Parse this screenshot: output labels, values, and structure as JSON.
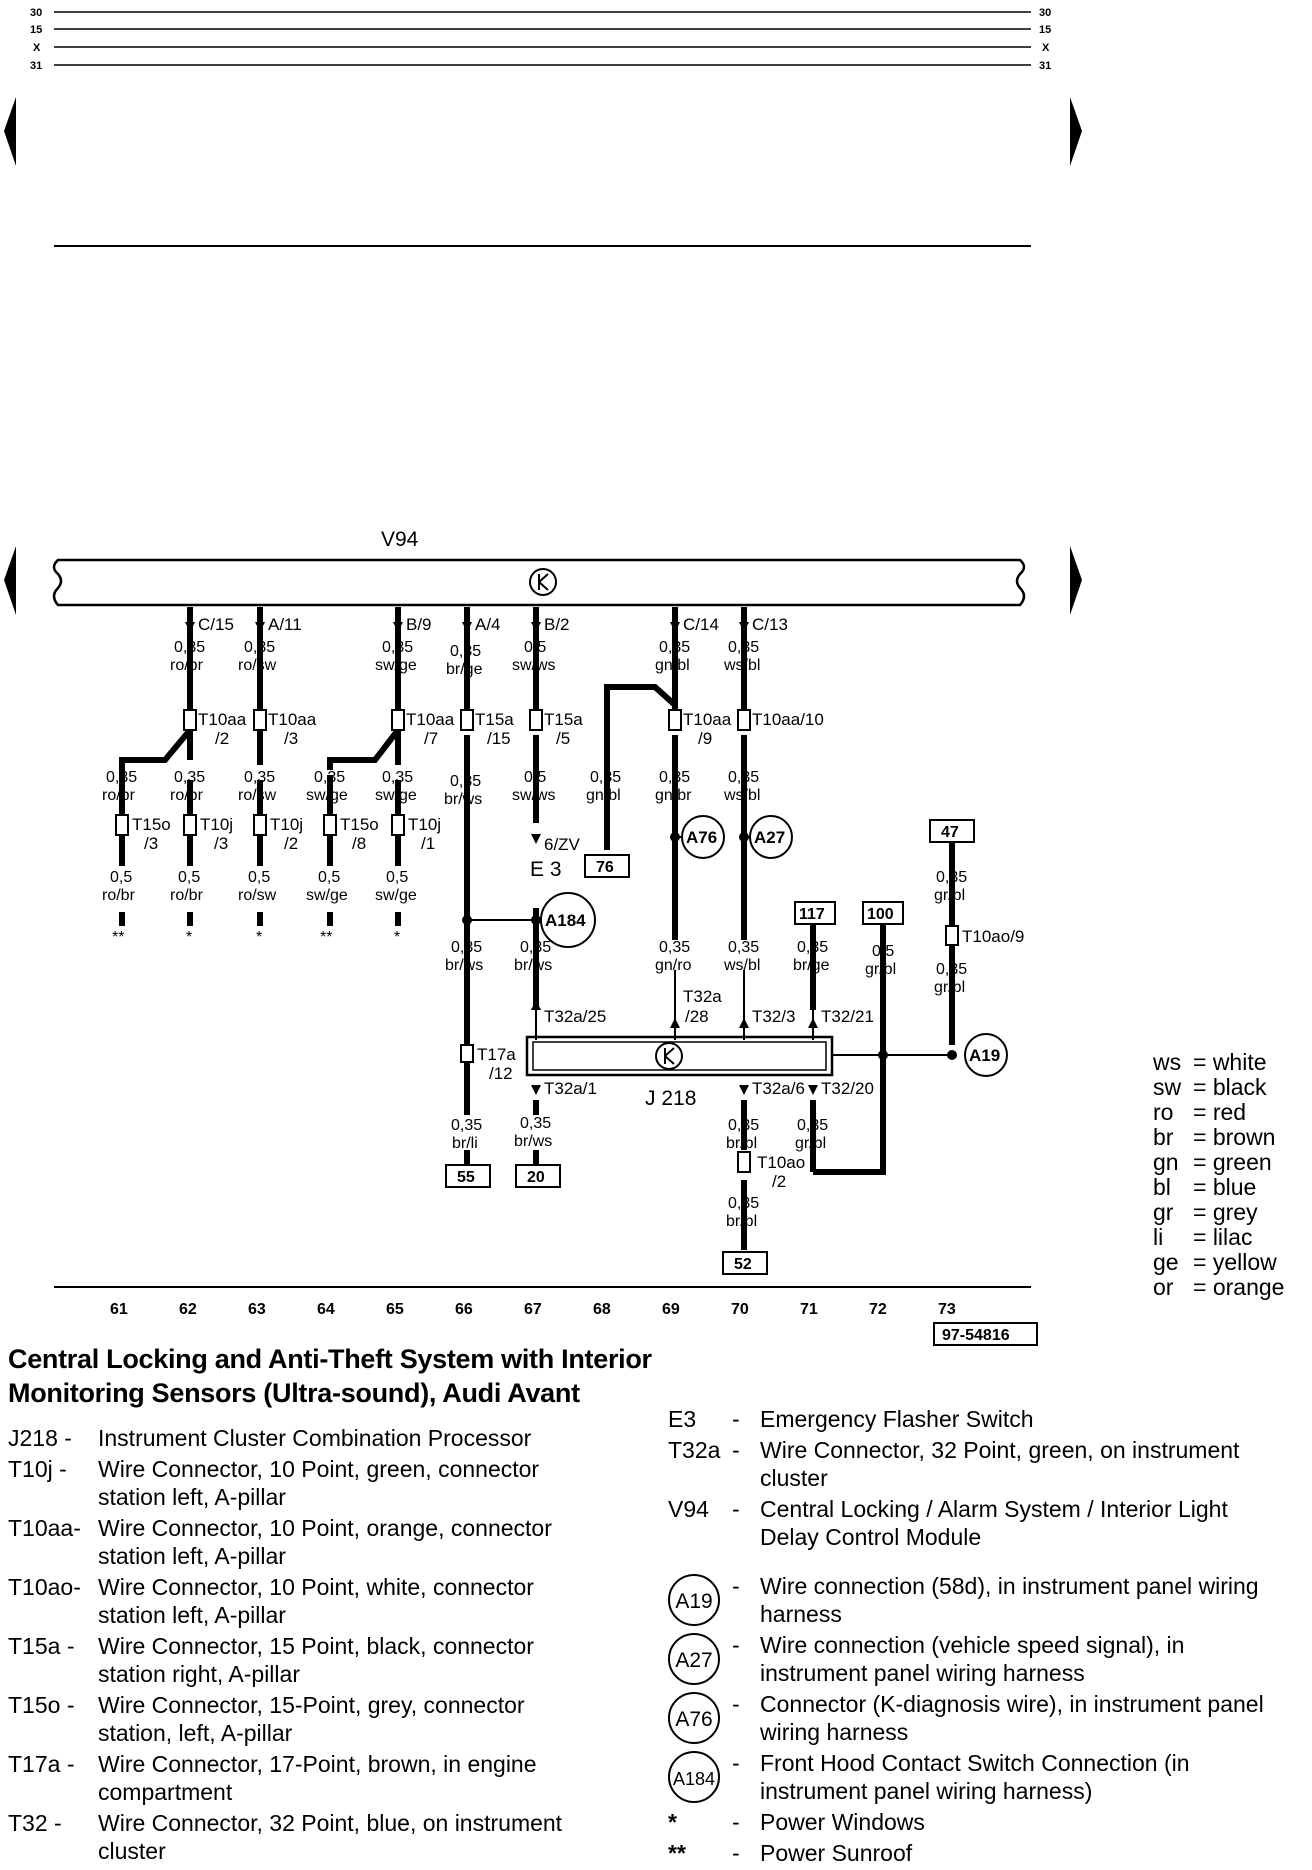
{
  "rails": {
    "left": [
      "30",
      "15",
      "X",
      "31"
    ],
    "right": [
      "30",
      "15",
      "X",
      "31"
    ]
  },
  "components": {
    "v94": "V94",
    "j218": "J 218",
    "e3": "E 3",
    "e3_pin": "6/ZV"
  },
  "v94_pins": [
    "C/15",
    "A/11",
    "B/9",
    "A/4",
    "B/2",
    "C/14",
    "C/13"
  ],
  "upper_wires": [
    [
      "0,35",
      "ro/br"
    ],
    [
      "0,35",
      "ro/sw"
    ],
    [
      "0,35",
      "sw/ge"
    ],
    [
      "0,35",
      "br/ge"
    ],
    [
      "0,5",
      "sw/ws"
    ],
    [
      "0,35",
      "gn/bl"
    ],
    [
      "0,35",
      "ws/bl"
    ]
  ],
  "t10_connectors": [
    [
      "T10aa",
      "/2"
    ],
    [
      "T10aa",
      "/3"
    ],
    [
      "T10aa",
      "/7"
    ],
    [
      "T15a",
      "/15"
    ],
    [
      "T15a",
      "/5"
    ],
    [
      "T10aa",
      "/9"
    ],
    [
      "T10aa/10",
      ""
    ]
  ],
  "mid_wires": [
    [
      "0,35",
      "ro/br"
    ],
    [
      "0,35",
      "ro/br"
    ],
    [
      "0,35",
      "ro/sw"
    ],
    [
      "0,35",
      "sw/ge"
    ],
    [
      "0,35",
      "sw/ge"
    ],
    [
      "0,35",
      "br/ws"
    ],
    [
      "0,5",
      "sw/ws"
    ],
    [
      "0,35",
      "gn/bl"
    ],
    [
      "0,35",
      "gn/br"
    ],
    [
      "0,35",
      "ws/bl"
    ]
  ],
  "lower_connectors": [
    [
      "T15o",
      "/3"
    ],
    [
      "T10j",
      "/3"
    ],
    [
      "T10j",
      "/2"
    ],
    [
      "T15o",
      "/8"
    ],
    [
      "T10j",
      "/1"
    ]
  ],
  "lower_wires": [
    [
      "0,5",
      "ro/br",
      "**"
    ],
    [
      "0,5",
      "ro/br",
      "*"
    ],
    [
      "0,5",
      "ro/sw",
      "*"
    ],
    [
      "0,5",
      "sw/ge",
      "**"
    ],
    [
      "0,5",
      "sw/ge",
      "*"
    ]
  ],
  "circuit_boxes": [
    "76",
    "47",
    "117",
    "100",
    "55",
    "20",
    "52"
  ],
  "circles": [
    "A76",
    "A27",
    "A184",
    "A19"
  ],
  "j218_area": {
    "wires_above": [
      [
        "0,35",
        "br/ws"
      ],
      [
        "0,35",
        "br/ws"
      ],
      [
        "0,35",
        "gn/ro"
      ],
      [
        "0,35",
        "ws/bl"
      ],
      [
        "0,35",
        "br/ge"
      ],
      [
        "0,5",
        "gr/bl"
      ],
      [
        "0,35",
        "gr/bl"
      ],
      [
        "0,35",
        "gr/bl"
      ]
    ],
    "pins_top": [
      "T32a/25",
      "T32a",
      "/28",
      "T32/3",
      "T32/21"
    ],
    "pins_bottom": [
      "T32a/1",
      "T32a/6",
      "T32/20"
    ],
    "t17a": [
      "T17a",
      "/12"
    ],
    "t10ao9": "T10ao/9",
    "t10ao2": [
      "T10ao",
      "/2"
    ],
    "wires_below": [
      [
        "0,35",
        "br/li"
      ],
      [
        "0,35",
        "br/ws"
      ],
      [
        "0,35",
        "br/bl"
      ],
      [
        "0,35",
        "gr/bl"
      ],
      [
        "0,35",
        "br/bl"
      ]
    ]
  },
  "track_numbers": [
    "61",
    "62",
    "63",
    "64",
    "65",
    "66",
    "67",
    "68",
    "69",
    "70",
    "71",
    "72",
    "73"
  ],
  "figure_id": "97-54816",
  "title_lines": [
    "Central Locking and Anti-Theft System with Interior",
    "Monitoring Sensors (Ultra-sound), Audi Avant"
  ],
  "legend_left": [
    {
      "code": "J218 -",
      "desc": "Instrument Cluster Combination Processor"
    },
    {
      "code": "T10j  -",
      "desc": "Wire Connector, 10 Point, green, connector station left, A-pillar"
    },
    {
      "code": "T10aa-",
      "desc": "Wire Connector, 10 Point, orange, connector station left, A-pillar"
    },
    {
      "code": "T10ao-",
      "desc": "Wire Connector, 10 Point, white, connector station left, A-pillar"
    },
    {
      "code": "T15a -",
      "desc": "Wire Connector, 15 Point, black, connector station right, A-pillar"
    },
    {
      "code": "T15o -",
      "desc": "Wire Connector, 15-Point, grey, connector station, left, A-pillar"
    },
    {
      "code": "T17a -",
      "desc": "Wire Connector, 17-Point, brown, in engine compartment"
    },
    {
      "code": "T32   -",
      "desc": "Wire Connector, 32 Point, blue, on instrument cluster"
    }
  ],
  "legend_right": [
    {
      "code": "E3",
      "desc": "Emergency Flasher Switch"
    },
    {
      "code": "T32a",
      "desc": "Wire Connector, 32 Point, green, on instrument cluster"
    },
    {
      "code": "V94",
      "desc": "Central Locking / Alarm System / Interior Light Delay Control Module"
    }
  ],
  "legend_circles": [
    {
      "code": "A19",
      "desc": "Wire connection (58d), in instrument panel wiring harness"
    },
    {
      "code": "A27",
      "desc": "Wire connection (vehicle speed signal), in instrument panel wiring harness"
    },
    {
      "code": "A76",
      "desc": "Connector (K-diagnosis wire), in instrument panel wiring harness"
    },
    {
      "code": "A184",
      "desc": "Front Hood Contact Switch Connection (in instrument panel wiring harness)"
    }
  ],
  "legend_symbols": [
    {
      "code": "*",
      "desc": "Power Windows"
    },
    {
      "code": "**",
      "desc": "Power Sunroof"
    }
  ],
  "color_legend": [
    {
      "code": "ws",
      "name": "= white"
    },
    {
      "code": "sw",
      "name": "= black"
    },
    {
      "code": "ro",
      "name": "= red"
    },
    {
      "code": "br",
      "name": "= brown"
    },
    {
      "code": "gn",
      "name": "= green"
    },
    {
      "code": "bl",
      "name": "= blue"
    },
    {
      "code": "gr",
      "name": "= grey"
    },
    {
      "code": "li",
      "name": "= lilac"
    },
    {
      "code": "ge",
      "name": "= yellow"
    },
    {
      "code": "or",
      "name": "= orange"
    }
  ]
}
